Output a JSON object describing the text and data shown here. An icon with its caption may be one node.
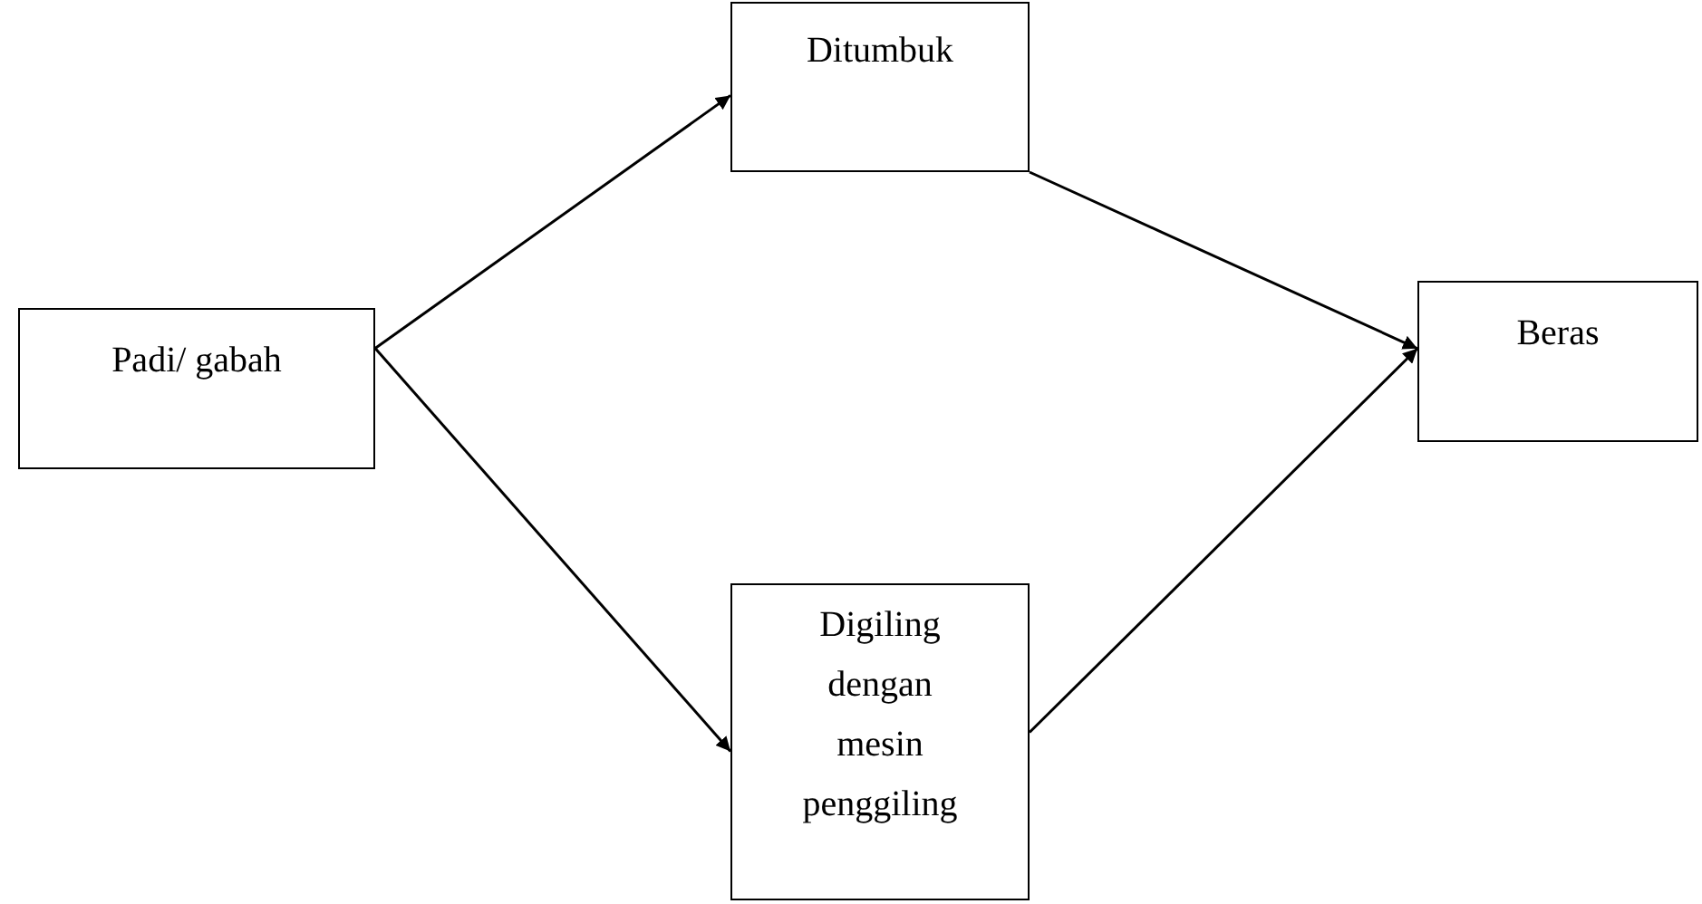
{
  "diagram": {
    "nodes": [
      {
        "text": [
          "Padi/ gabah"
        ]
      },
      {
        "text": [
          "Ditumbuk"
        ]
      },
      {
        "text": [
          "Digiling dengan mesin penggiling"
        ]
      },
      {
        "text": [
          "Beras"
        ]
      }
    ],
    "edges": [
      {
        "from": 0,
        "to": 1,
        "arrow": "to"
      },
      {
        "from": 0,
        "to": 2,
        "arrow": "to"
      },
      {
        "from": 1,
        "to": 3,
        "arrow": "to"
      },
      {
        "from": 2,
        "to": 3,
        "arrow": "to"
      }
    ]
  }
}
